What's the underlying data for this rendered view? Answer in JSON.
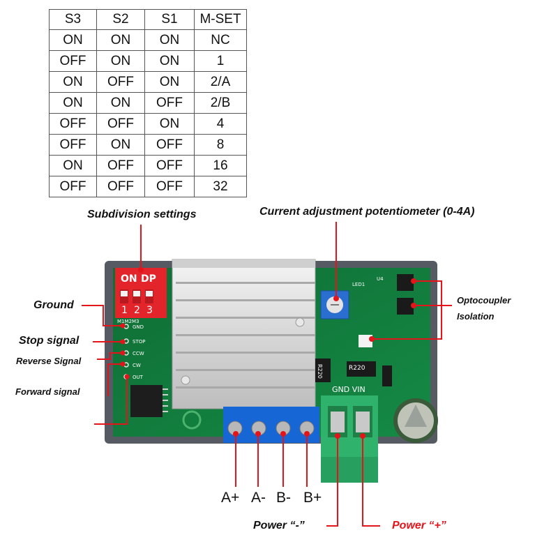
{
  "table": {
    "headers": [
      "S3",
      "S2",
      "S1",
      "M-SET"
    ],
    "rows": [
      [
        "ON",
        "ON",
        "ON",
        "NC"
      ],
      [
        "OFF",
        "ON",
        "ON",
        "1"
      ],
      [
        "ON",
        "OFF",
        "ON",
        "2/A"
      ],
      [
        "ON",
        "ON",
        "OFF",
        "2/B"
      ],
      [
        "OFF",
        "OFF",
        "ON",
        "4"
      ],
      [
        "OFF",
        "ON",
        "OFF",
        "8"
      ],
      [
        "ON",
        "OFF",
        "OFF",
        "16"
      ],
      [
        "OFF",
        "OFF",
        "OFF",
        "32"
      ]
    ]
  },
  "labels": {
    "subdivision": "Subdivision settings",
    "current_pot": "Current adjustment potentiometer (0-4A)",
    "ground": "Ground",
    "stop": "Stop signal",
    "reverse": "Reverse Signal",
    "forward": "Forward signal",
    "optocoupler_line1": "Optocoupler",
    "optocoupler_line2": "Isolation",
    "power_minus": "Power “-”",
    "power_plus": "Power “+”"
  },
  "motor_terminals": [
    "A+",
    "A-",
    "B-",
    "B+"
  ],
  "board_text": {
    "dip_on": "ON",
    "dip_dp": "DP",
    "dip_numbers": [
      "1",
      "2",
      "3"
    ],
    "dip_mode": "M1M2M3",
    "pins": [
      "GND",
      "STOP",
      "CCW",
      "CW",
      "OUT"
    ],
    "power_silk": "GND VIN",
    "resistor_1": "R220",
    "resistor_2": "R220",
    "led": "LED1",
    "u4": "U4"
  },
  "colors": {
    "pcb": "#117a3c",
    "frame": "#565b63",
    "annotation_red": "#e4141b",
    "terminal_blue": "#1766d6",
    "terminal_green": "#2fb26b",
    "dip_red": "#e3242b"
  }
}
